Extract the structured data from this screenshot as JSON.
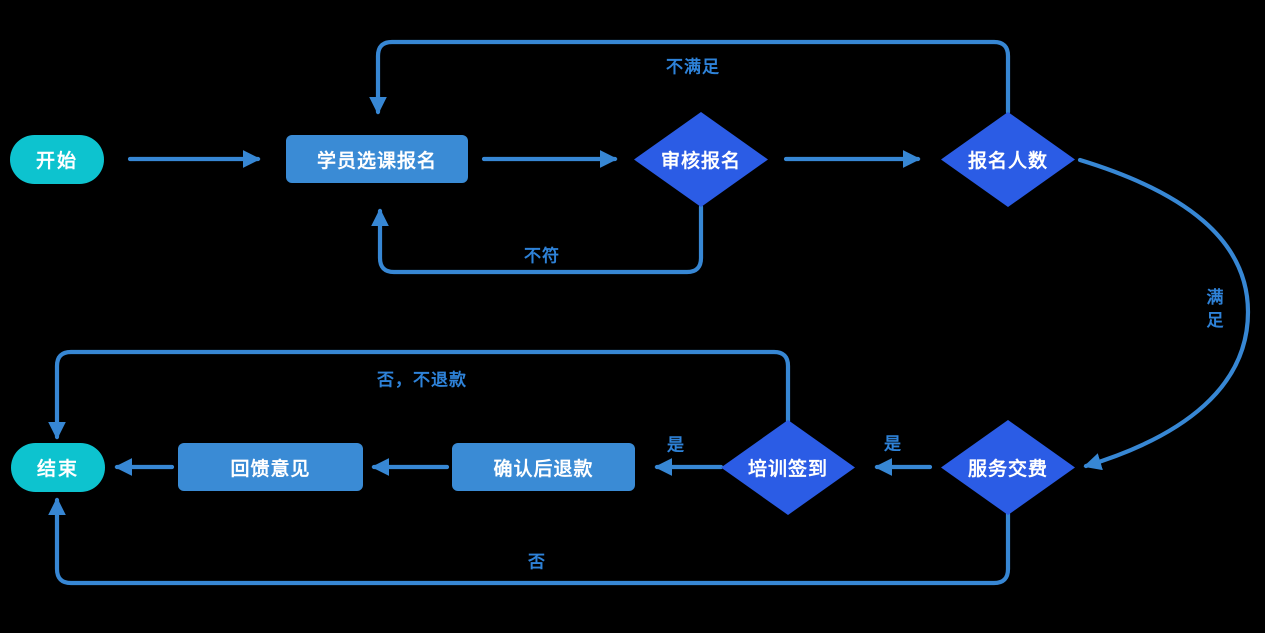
{
  "diagram_type": "flowchart",
  "colors": {
    "background": "#000000",
    "terminal_fill": "#0dc3cf",
    "process_fill": "#3a8bd5",
    "decision_fill": "#2b5ce5",
    "connector": "#3787d4",
    "edge_label_text": "#2e82d8",
    "node_text": "#ffffff"
  },
  "nodes": {
    "start": {
      "label": "开始",
      "type": "terminal"
    },
    "enroll": {
      "label": "学员选课报名",
      "type": "process"
    },
    "review": {
      "label": "审核报名",
      "type": "decision"
    },
    "count": {
      "label": "报名人数",
      "type": "decision"
    },
    "payment": {
      "label": "服务交费",
      "type": "decision"
    },
    "checkin": {
      "label": "培训签到",
      "type": "decision"
    },
    "refund": {
      "label": "确认后退款",
      "type": "process"
    },
    "feedback": {
      "label": "回馈意见",
      "type": "process"
    },
    "end": {
      "label": "结束",
      "type": "terminal"
    }
  },
  "edges": [
    {
      "from": "开始",
      "to": "学员选课报名",
      "label": ""
    },
    {
      "from": "学员选课报名",
      "to": "审核报名",
      "label": ""
    },
    {
      "from": "审核报名",
      "to": "报名人数",
      "label": ""
    },
    {
      "from": "报名人数",
      "to": "学员选课报名",
      "label": "不满足"
    },
    {
      "from": "审核报名",
      "to": "学员选课报名",
      "label": "不符"
    },
    {
      "from": "报名人数",
      "to": "服务交费",
      "label": "满足"
    },
    {
      "from": "服务交费",
      "to": "培训签到",
      "label": "是"
    },
    {
      "from": "培训签到",
      "to": "确认后退款",
      "label": "是"
    },
    {
      "from": "确认后退款",
      "to": "回馈意见",
      "label": ""
    },
    {
      "from": "回馈意见",
      "to": "结束",
      "label": ""
    },
    {
      "from": "培训签到",
      "to": "结束",
      "label": "否，不退款"
    },
    {
      "from": "服务交费",
      "to": "结束",
      "label": "否"
    }
  ]
}
